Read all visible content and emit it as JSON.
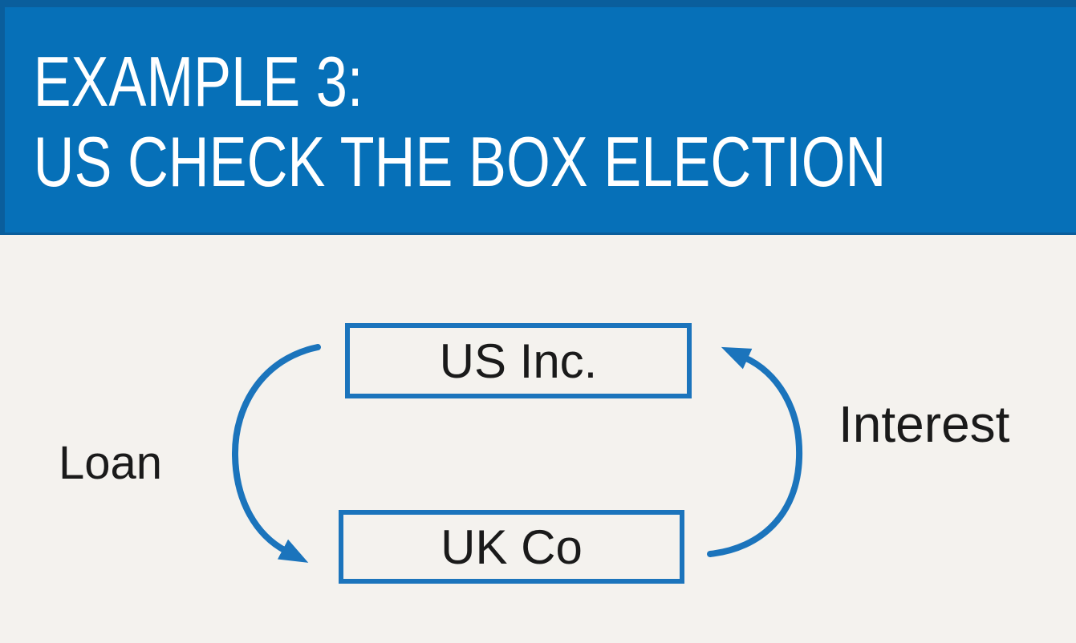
{
  "slide": {
    "title_line1": "EXAMPLE 3:",
    "title_line2": "US CHECK THE BOX ELECTION"
  },
  "diagram": {
    "nodes": [
      {
        "id": "us-inc",
        "label": "US Inc."
      },
      {
        "id": "uk-co",
        "label": "UK Co"
      }
    ],
    "edges": [
      {
        "id": "loan",
        "label": "Loan",
        "from": "us-inc",
        "to": "uk-co",
        "side": "left",
        "direction": "down"
      },
      {
        "id": "interest",
        "label": "Interest",
        "from": "uk-co",
        "to": "us-inc",
        "side": "right",
        "direction": "up"
      }
    ]
  },
  "colors": {
    "header_bg": "#0670B8",
    "header_edge": "#0A5E9C",
    "accent": "#1B74BC",
    "background": "#F4F2EE",
    "ink": "#1A1A1A",
    "title_ink": "#FFFFFF"
  }
}
